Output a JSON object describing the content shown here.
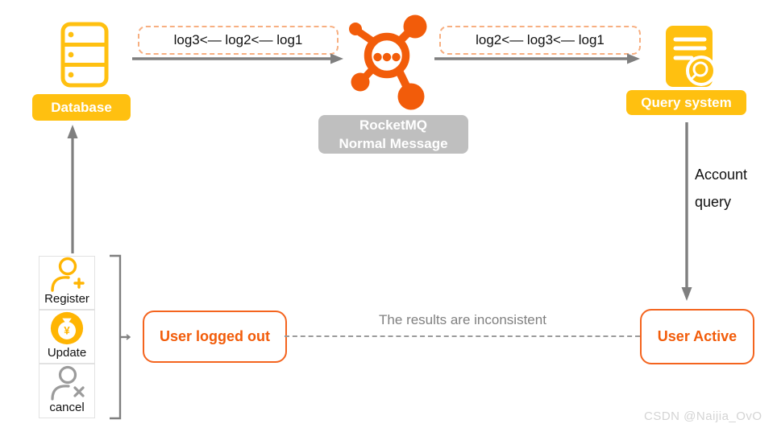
{
  "colors": {
    "amber": "#FFC010",
    "rocketmq_orange": "#F25C0A",
    "state_border_orange": "#F4641E",
    "dashed_box_border": "#F7AF81",
    "arrow_gray": "#7F7F7F",
    "label_gray_bg": "#BFBFBF",
    "inconsistent_text_gray": "#808080"
  },
  "nodes": {
    "database": {
      "label": "Database"
    },
    "rocketmq": {
      "label_line1": "RocketMQ",
      "label_line2": "Normal Message"
    },
    "query_system": {
      "label": "Query system"
    },
    "user_logged_out": {
      "label": "User logged out"
    },
    "user_active": {
      "label": "User Active"
    }
  },
  "flows": {
    "db_to_mq": {
      "text": "log3<— log2<— log1"
    },
    "mq_to_query": {
      "text": "log2<— log3<— log1"
    },
    "query_to_active": {
      "label_line1": "Account",
      "label_line2": "query"
    },
    "inconsistency": {
      "text": "The results are inconsistent"
    }
  },
  "actions": [
    {
      "label": "Register",
      "icon": "user-add-icon"
    },
    {
      "label": "Update",
      "icon": "money-bag-icon"
    },
    {
      "label": "cancel",
      "icon": "user-remove-icon"
    }
  ],
  "watermark": {
    "text": "CSDN @Naijia_OvO"
  }
}
